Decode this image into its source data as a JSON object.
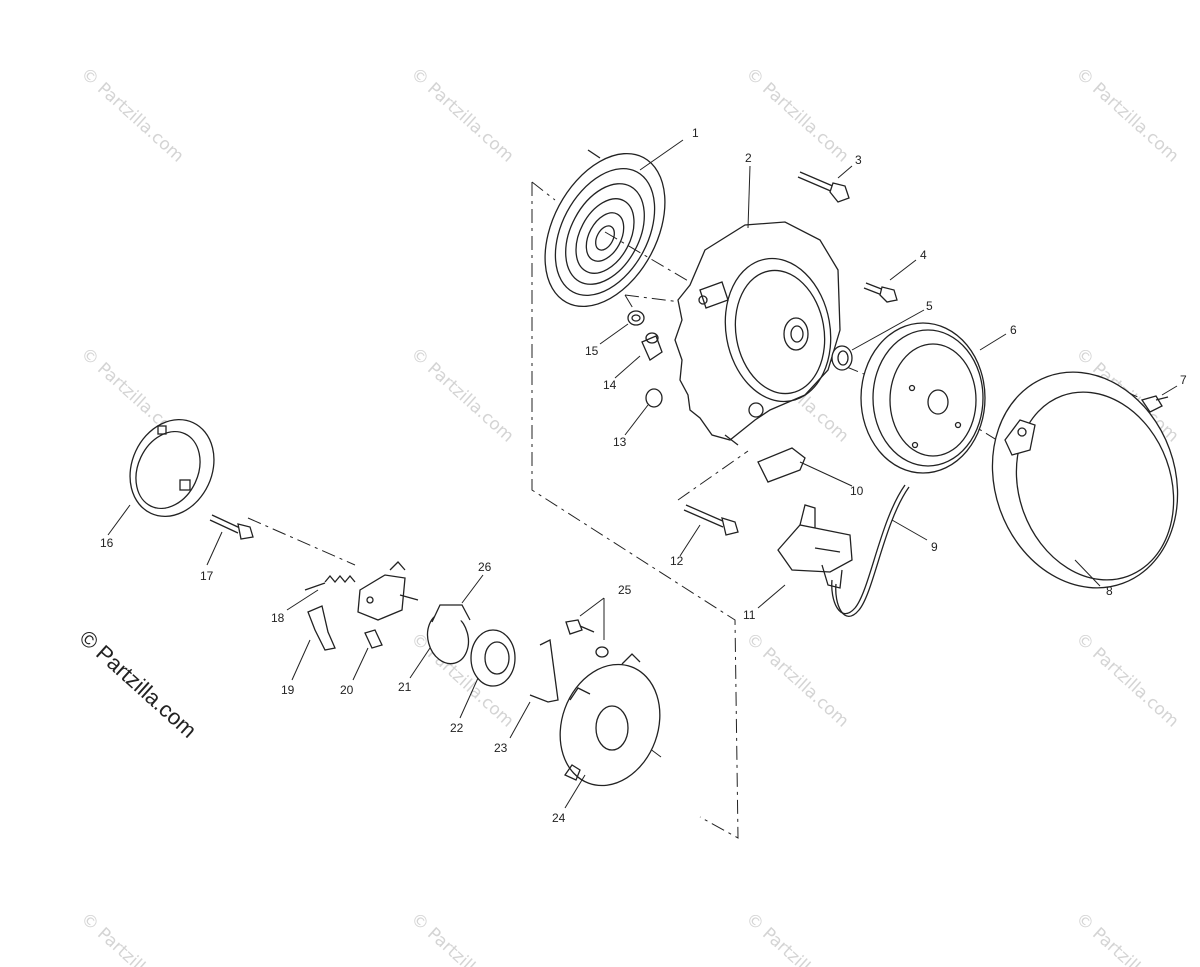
{
  "diagram": {
    "brand_label": "© Partzilla.com",
    "watermark_text": "© Partzilla.com",
    "callouts": [
      "1",
      "2",
      "3",
      "4",
      "5",
      "6",
      "7",
      "8",
      "9",
      "10",
      "11",
      "12",
      "13",
      "14",
      "15",
      "16",
      "17",
      "18",
      "19",
      "20",
      "21",
      "22",
      "23",
      "24",
      "25",
      "26"
    ]
  }
}
